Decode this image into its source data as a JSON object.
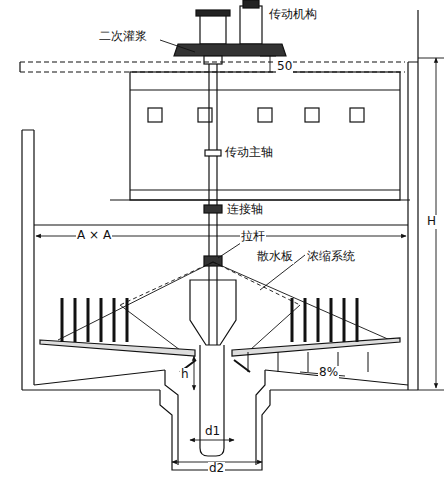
{
  "diagram": {
    "labels": [
      "传动机构",
      "二次灌浆",
      "50",
      "传动主轴",
      "连接轴",
      "A × A",
      "拉杆",
      "散水板",
      "浓缩系统",
      "H",
      "h",
      "8%",
      "d1",
      "d2"
    ]
  }
}
